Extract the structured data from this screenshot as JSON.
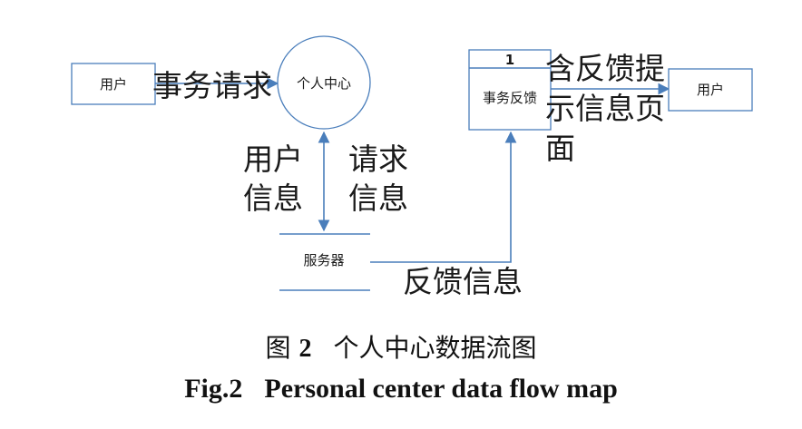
{
  "diagram": {
    "entity_user_left": "用户",
    "process_center": "个人中心",
    "process_feedback_number": "1",
    "process_feedback": "事务反馈",
    "entity_user_right": "用户",
    "datastore_server": "服务器",
    "flow_request": "事务请求",
    "flow_user_info": [
      "用户",
      "信息"
    ],
    "flow_request_info": [
      "请求",
      "信息"
    ],
    "flow_feedback_info": "反馈信息",
    "flow_feedback_page": [
      "含反馈提",
      "示信息页",
      "面"
    ],
    "colors": {
      "line": "#4a7ebb",
      "text": "#1a1a1a"
    }
  },
  "caption": {
    "cn_fig": "图",
    "cn_num": "2",
    "cn_title": "个人中心数据流图",
    "en_fig": "Fig.2",
    "en_title": "Personal center data flow map"
  }
}
